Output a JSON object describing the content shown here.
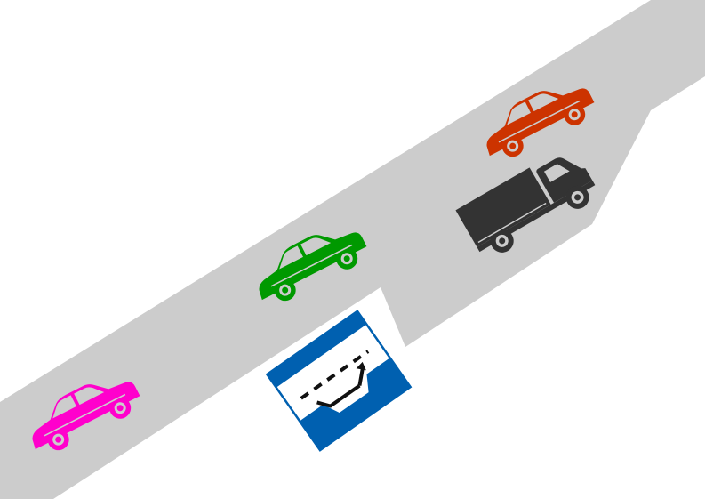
{
  "scene": {
    "road_color": "#cccccc",
    "background_color": "#ffffff"
  },
  "vehicles": [
    {
      "name": "car-orange",
      "kind": "car",
      "color": "#cc3300"
    },
    {
      "name": "truck-dark",
      "kind": "truck",
      "color": "#333333"
    },
    {
      "name": "car-green",
      "kind": "car",
      "color": "#009900"
    },
    {
      "name": "car-magenta",
      "kind": "car",
      "color": "#ff00cc"
    }
  ],
  "sign": {
    "name": "lane-merge-sign",
    "band_color": "#0060b0",
    "border_color": "#0060b0",
    "face_color": "#ffffff",
    "icon": "merge-lane-arrow-icon"
  }
}
